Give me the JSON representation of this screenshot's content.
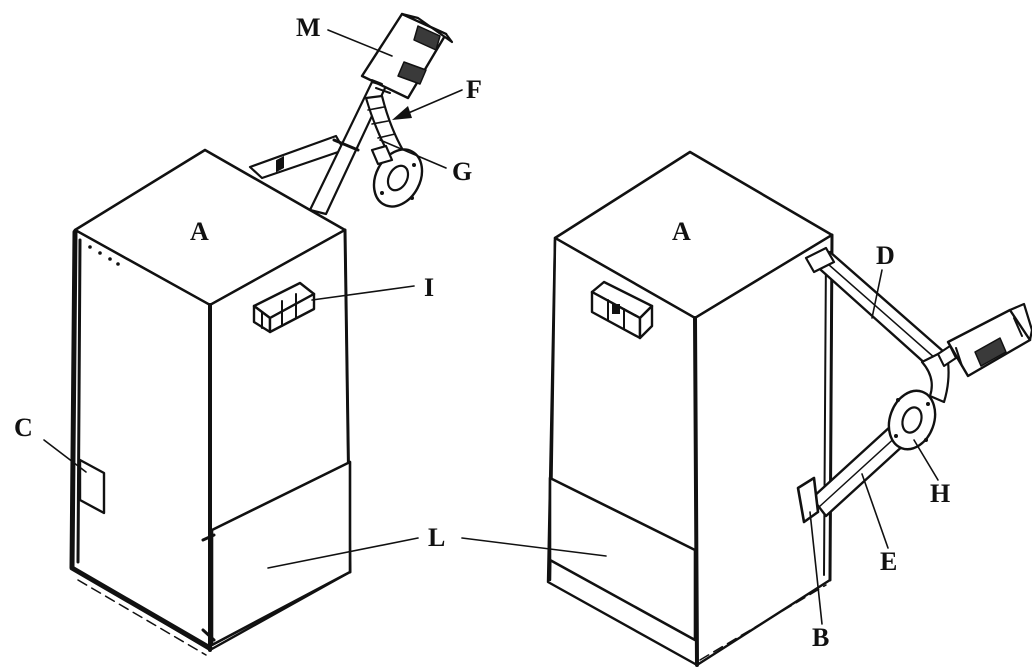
{
  "colors": {
    "ink": "#111111",
    "background": "#ffffff",
    "panel": "#ffffff",
    "shade": "#3a3a3a"
  },
  "labels": {
    "left_top": "A",
    "right_top": "A",
    "M": "M",
    "F": "F",
    "G": "G",
    "I": "I",
    "C": "C",
    "L": "L",
    "D": "D",
    "H": "H",
    "E": "E",
    "B": "B"
  }
}
